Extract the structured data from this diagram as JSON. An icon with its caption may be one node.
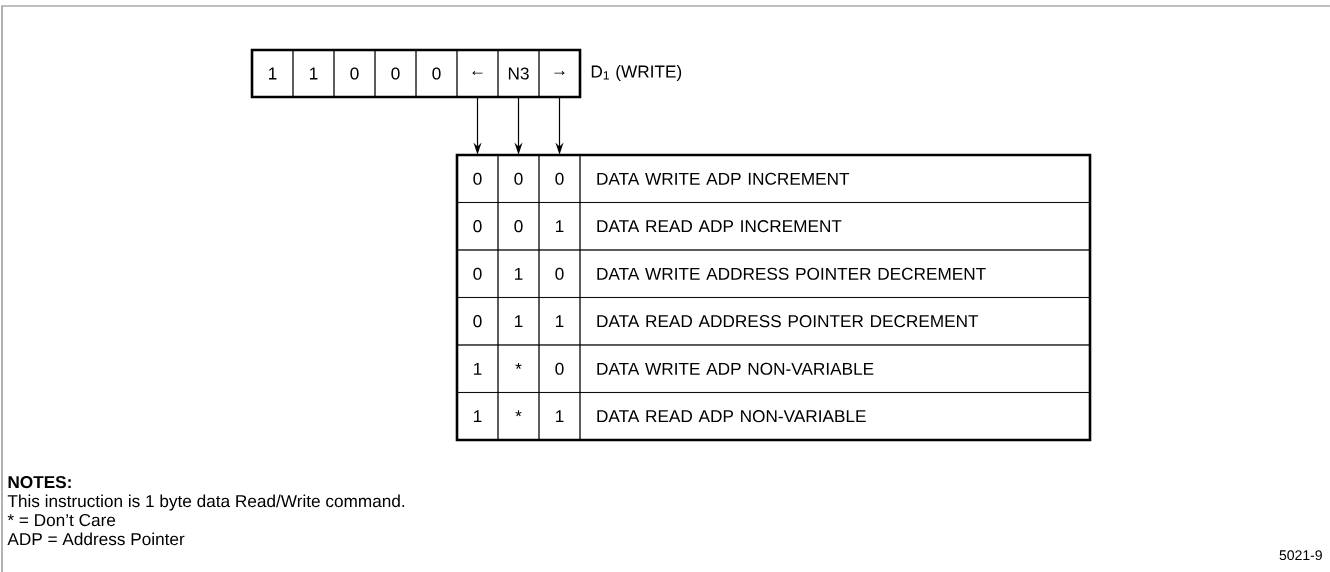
{
  "diagram": {
    "nodes": [
      {
        "text": [
          "1"
        ]
      },
      {
        "text": [
          "1"
        ]
      },
      {
        "text": [
          "0"
        ]
      },
      {
        "text": [
          "0"
        ]
      },
      {
        "text": [
          "0"
        ]
      },
      {
        "text": [
          "←"
        ]
      },
      {
        "text": [
          "N3"
        ]
      },
      {
        "text": [
          "→"
        ]
      },
      {
        "text": [
          "0"
        ]
      },
      {
        "text": [
          "0"
        ]
      },
      {
        "text": [
          "0"
        ]
      }
    ],
    "edges": [
      {
        "from": 5,
        "to": 8,
        "arrow": "to"
      },
      {
        "from": 6,
        "to": 9,
        "arrow": "to"
      },
      {
        "from": 7,
        "to": 10,
        "arrow": "to"
      }
    ],
    "labels": [
      "D$_{1}$ (WRITE)",
      "DATA WRITE ADP INCREMENT",
      "0",
      "0",
      "1",
      "DATA READ ADP INCREMENT",
      "0",
      "1",
      "0",
      "DATA WRITE ADDRESS POINTER DECREMENT",
      "0",
      "1",
      "1",
      "DATA READ ADDRESS POINTER DECREMENT",
      "1",
      "*",
      "0",
      "DATA WRITE ADP NON-VARIABLE",
      "1",
      "*",
      "1",
      "DATA READ ADP NON-VARIABLE",
      "NOTES:",
      "This instruction is 1 byte data Read/Write command.",
      "* = Don’t Care",
      "ADP = Address Pointer",
      "5021-9"
    ]
  }
}
